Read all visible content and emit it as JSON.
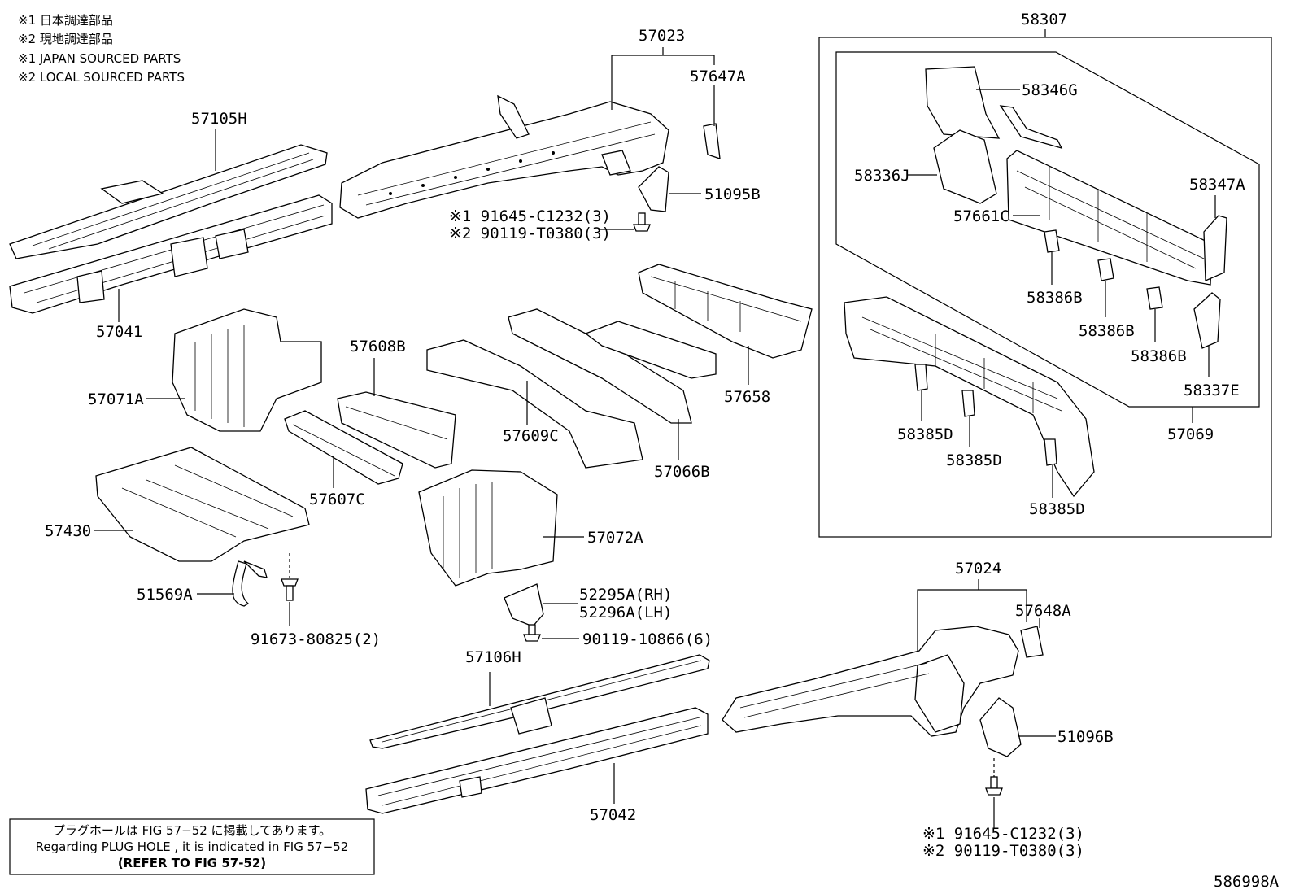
{
  "legend": [
    "※1  日本調達部品",
    "※2  現地調達部品",
    "※1  JAPAN SOURCED PARTS",
    "※2  LOCAL SOURCED PARTS"
  ],
  "labels": {
    "p57105H": "57105H",
    "p57041": "57041",
    "p57023": "57023",
    "p57647A": "57647A",
    "p51095B": "51095B",
    "f1a": "※1  91645-C1232(3)",
    "f1b": "※2  90119-T0380(3)",
    "p57071A": "57071A",
    "p57608B": "57608B",
    "p57607C": "57607C",
    "p57609C": "57609C",
    "p57066B": "57066B",
    "p57658": "57658",
    "p57430": "57430",
    "p51569A": "51569A",
    "p91673": "91673-80825(2)",
    "p57072A": "57072A",
    "p52295A": "52295A(RH)",
    "p52296A": "52296A(LH)",
    "p90119_10866": "90119-10866(6)",
    "p57106H": "57106H",
    "p57042": "57042",
    "p57024": "57024",
    "p57648A": "57648A",
    "p51096B": "51096B",
    "f2a": "※1  91645-C1232(3)",
    "f2b": "※2  90119-T0380(3)",
    "p58307": "58307",
    "p58346G": "58346G",
    "p58336J": "58336J",
    "p57661C": "57661C",
    "p58347A": "58347A",
    "p58386B_1": "58386B",
    "p58386B_2": "58386B",
    "p58386B_3": "58386B",
    "p58337E": "58337E",
    "p57069": "57069",
    "p58385D_1": "58385D",
    "p58385D_2": "58385D",
    "p58385D_3": "58385D"
  },
  "note_box": {
    "line1": "プラグホールは FIG  57−52 に掲載してあります。",
    "line2": "Regarding  PLUG  HOLE , it is indicated in  FIG  57−52",
    "line3": "(REFER  TO  FIG  57-52)"
  },
  "figure_code": "586998A"
}
